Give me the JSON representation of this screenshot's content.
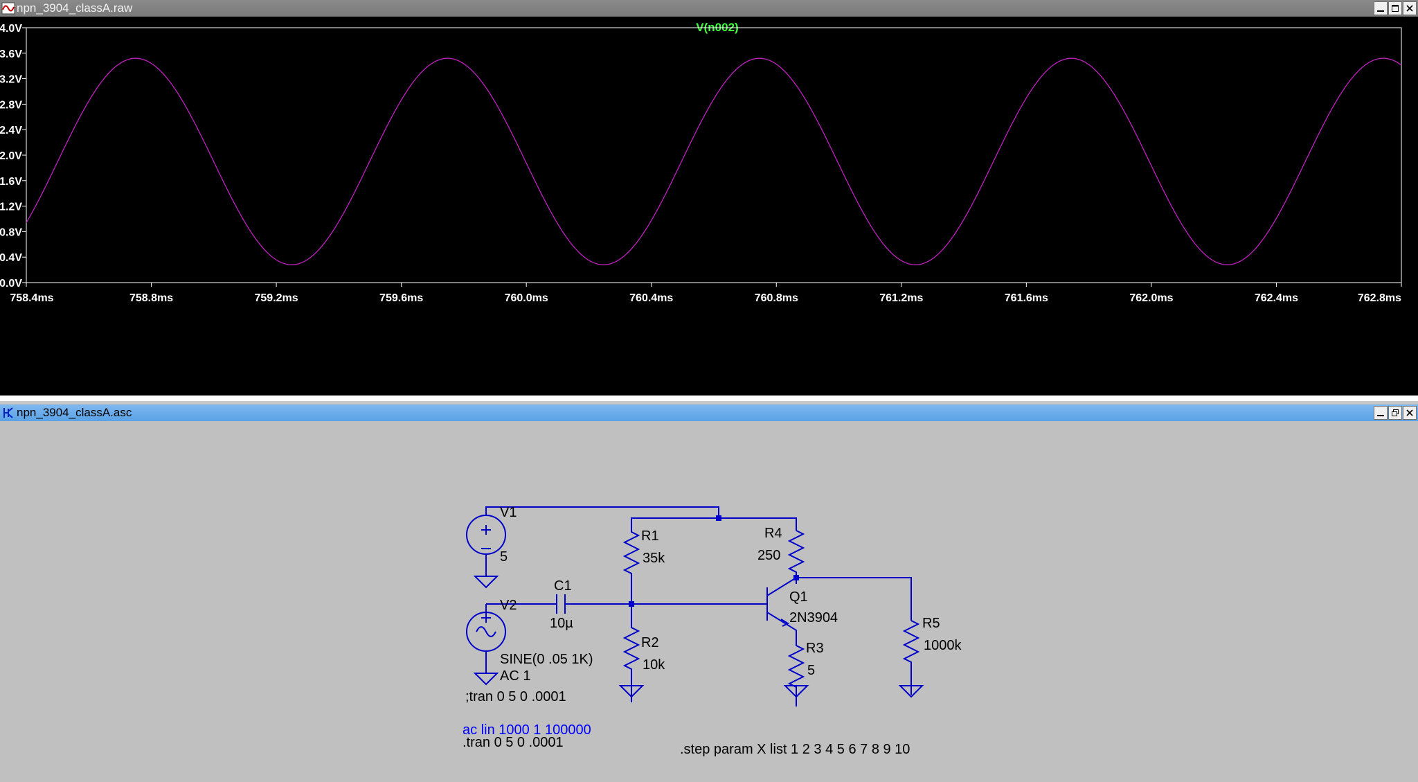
{
  "waveform_window": {
    "title": "npn_3904_classA.raw",
    "trace_name": "V(n002)",
    "colors": {
      "trace": "#c020c0",
      "trace_label": "#40ff40",
      "axes": "#ffffff",
      "background": "#000000"
    }
  },
  "schematic_window": {
    "title": "npn_3904_classA.asc",
    "components": {
      "V1": {
        "name": "V1",
        "value": "5"
      },
      "V2": {
        "name": "V2",
        "value": "SINE(0 .05 1K)",
        "ac": "AC 1"
      },
      "C1": {
        "name": "C1",
        "value": "10µ"
      },
      "R1": {
        "name": "R1",
        "value": "35k"
      },
      "R2": {
        "name": "R2",
        "value": "10k"
      },
      "R3": {
        "name": "R3",
        "value": "5"
      },
      "R4": {
        "name": "R4",
        "value": "250"
      },
      "R5": {
        "name": "R5",
        "value": "1000k"
      },
      "Q1": {
        "name": "Q1",
        "value": "2N3904"
      }
    },
    "directives": {
      "comment_tran": ";tran 0 5 0 .0001",
      "ac": "ac lin 1000 1 100000",
      "tran": ".tran 0 5 0 .0001",
      "step": ".step param X list 1 2 3 4 5 6 7 8 9 10"
    },
    "colors": {
      "wire": "#0000c8",
      "directive_active": "#0000ff",
      "text": "#000000"
    }
  },
  "chart_data": {
    "type": "line",
    "title": "V(n002)",
    "xlabel": "",
    "ylabel": "",
    "x_ticks": [
      "758.4ms",
      "758.8ms",
      "759.2ms",
      "759.6ms",
      "760.0ms",
      "760.4ms",
      "760.8ms",
      "761.2ms",
      "761.6ms",
      "762.0ms",
      "762.4ms",
      "762.8ms"
    ],
    "y_ticks": [
      "0.0V",
      "0.4V",
      "0.8V",
      "1.2V",
      "1.6V",
      "2.0V",
      "2.4V",
      "2.8V",
      "3.2V",
      "3.6V",
      "4.0V"
    ],
    "xlim": [
      758.4,
      762.8
    ],
    "ylim": [
      0.0,
      4.0
    ],
    "grid": false,
    "series": [
      {
        "name": "V(n002)",
        "color": "#c020c0",
        "x": [
          758.4,
          758.6,
          758.75,
          758.9,
          759.1,
          759.25,
          759.4,
          759.6,
          759.75,
          759.9,
          760.1,
          760.25,
          760.4,
          760.6,
          760.75,
          760.9,
          761.1,
          761.25,
          761.4,
          761.6,
          761.75,
          761.9,
          762.1,
          762.25,
          762.4,
          762.6,
          762.75,
          762.8
        ],
        "y": [
          1.05,
          3.0,
          3.52,
          3.05,
          0.75,
          0.28,
          0.75,
          3.05,
          3.52,
          3.05,
          0.75,
          0.28,
          0.75,
          3.05,
          3.52,
          3.05,
          0.75,
          0.28,
          0.75,
          3.05,
          3.52,
          3.05,
          0.75,
          0.28,
          0.75,
          3.05,
          3.52,
          3.45
        ]
      }
    ]
  }
}
